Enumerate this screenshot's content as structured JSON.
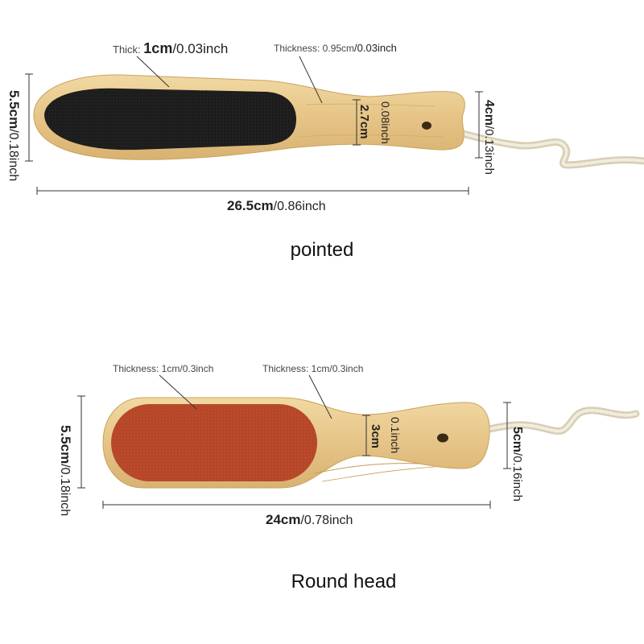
{
  "pointed": {
    "caption": "pointed",
    "thick_prefix": "Thick: ",
    "thick_bold": "1cm",
    "thick_rest": "/0.03inch",
    "thickness_prefix": "Thickness: 0.95cm",
    "thickness_rest": "/0.03inch",
    "length_bold": "26.5cm",
    "length_rest": "/0.86inch",
    "width_bold": "5.5cm",
    "width_rest": "/0.18inch",
    "neck_bold": "2.7cm",
    "neck_rest": "0.08inch",
    "handle_bold": "4cm",
    "handle_rest": "/0.13inch"
  },
  "round": {
    "caption": "Round head",
    "thickness_left": "Thickness: 1cm/0.3inch",
    "thickness_right": "Thickness: 1cm/0.3inch",
    "length_bold": "24cm",
    "length_rest": "/0.78inch",
    "width_bold": "5.5cm",
    "width_rest": "/0.18inch",
    "neck_bold": "3cm",
    "neck_rest": "0.1inch",
    "handle_bold": "5cm",
    "handle_rest": "/0.16inch"
  },
  "colors": {
    "wood": "#e8c98a",
    "wood_dark": "#c9a35c",
    "black_pad": "#1b1b1b",
    "red_pad": "#b8482a",
    "rope": "#e9e1cf"
  }
}
